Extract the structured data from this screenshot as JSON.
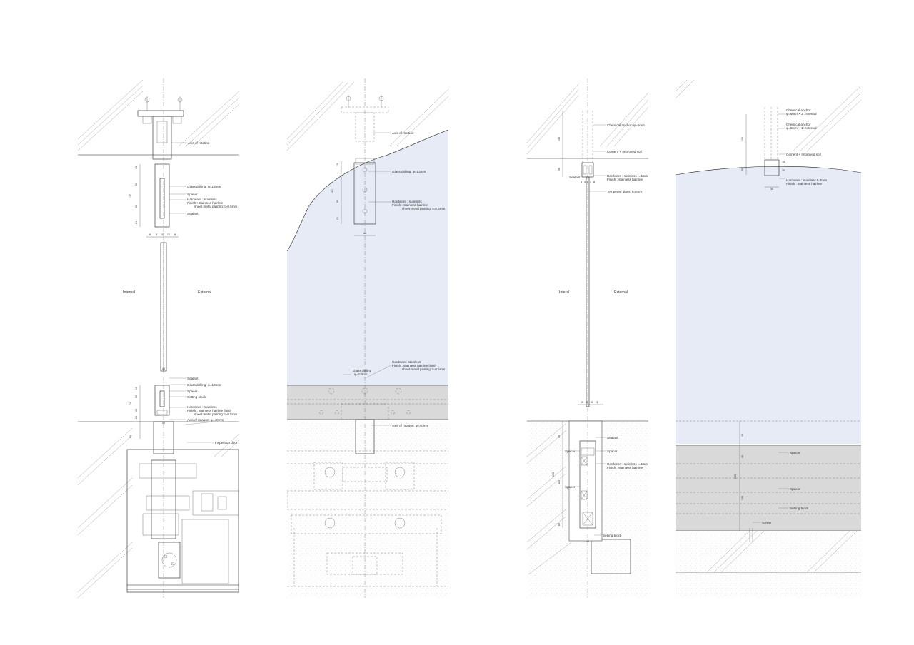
{
  "panel1": {
    "labels": {
      "axis_top": "Axis of rotation",
      "glass_drilling_top": "Glass drilling: φ=13mm",
      "spacer_top": "Spacer",
      "hardware_top": "Hardware : stainless",
      "finish_top": "Finish : stainless hairline",
      "sheet_top": "sheet metal pasting: t=0.5mm",
      "sealant_top": "Sealant",
      "internal": "Internal",
      "external": "External",
      "sealant_bot": "Sealant",
      "glass_drilling_bot": "Glass drilling: φ=13mm",
      "spacer_bot": "Spacer",
      "setting_block": "Setting block",
      "hardware_bot": "Hardware : stainless",
      "finish_bot": "Finish : stainless hairline finish",
      "sheet_bot": "sheet metal pasting: t=0.5mm",
      "axis_bot": "Axis of rotation: φ=40mm",
      "inspection_door": "Inspection door"
    },
    "dims": {
      "top_1": "15",
      "top_2": "50",
      "top_3": "137",
      "top_4": "50",
      "top_5": "21",
      "mid_1": "8",
      "mid_2": "8",
      "mid_3": "10",
      "mid_4": "12",
      "mid_5": "8",
      "mid_6": "40",
      "bot_1": "15",
      "bot_2": "50",
      "bot_3": "74",
      "bot_4": "40",
      "bot_5": "20",
      "bot_6": "60",
      "bot_7": "40"
    }
  },
  "panel2": {
    "labels": {
      "axis_top": "Axis of rotation",
      "glass_drilling": "Glass drilling: φ=13mm",
      "hardware": "Hardware : stainless",
      "finish": "Finish : stainless hairline",
      "sheet": "sheet metal pasting: t=0.5mm",
      "glass_drilling_low_1": "Glass drilling",
      "glass_drilling_low_2": "φ=13mm",
      "hardware_low": "Hardware: stainless",
      "finish_low": "Finish : stainless hairline finish",
      "sheet_low": "sheet metal pasting: t=0.5mm",
      "axis_bot": "Axis of rotation: φ=40mm"
    },
    "dims": {
      "d1": "15",
      "d2": "137",
      "d3": "50",
      "d4": "21",
      "d5": "40"
    }
  },
  "panel3": {
    "labels": {
      "chemical_anchor": "Chemical anchor: φ=6mm",
      "cement": "Cement + Improved soil",
      "sealant_top": "Sealant",
      "hardware_top": "Hardware : stainless t=3mm",
      "finish_top": "Finish : stainless hairline",
      "tempered_glass": "Tempered glass: t=8mm",
      "internal": "Interal",
      "external": "External",
      "sealant_bot": "Sealant",
      "spacer_1": "Spacer",
      "spacer_2": "Spacer",
      "hardware_bot": "Hardware : stainless t=3mm",
      "finish_bot": "Finish : stainless hairline",
      "spacer_3": "Spacer",
      "setting_block": "Setting block"
    },
    "dims": {
      "d100": "100",
      "d35": "35",
      "w1": "8",
      "w2": "3",
      "w3": "8",
      "w4": "3",
      "w5": "8",
      "b1": "20",
      "b2": "8",
      "b3": "12",
      "b4": "3",
      "v40": "40",
      "v200": "200",
      "v110": "110",
      "v60": "60",
      "v40b": "40"
    }
  },
  "panel4": {
    "labels": {
      "chemical_anchor_1": "Chemical anchor",
      "chemical_anchor_1b": "φ=6mm × 2 : internal",
      "chemical_anchor_2": "Chemical anchor",
      "chemical_anchor_2b": "φ=6mm × 1: external",
      "cement": "Cement + Improved soil",
      "hardware": "Hardware : stainless t=3mm",
      "finish": "Finish : stainless hairline",
      "spacer_1": "Spacer",
      "spacer_2": "Spacer",
      "setting_block": "Setting block",
      "screw": "Screw"
    },
    "dims": {
      "d100": "100",
      "d35": "35",
      "d15": "15",
      "d20": "20",
      "w35": "35",
      "v40": "40",
      "v40b": "40",
      "v200": "200",
      "v100": "100"
    }
  },
  "colors": {
    "water": "#e6ebf6",
    "grey_band": "#d9d9d9",
    "line": "#222222"
  }
}
